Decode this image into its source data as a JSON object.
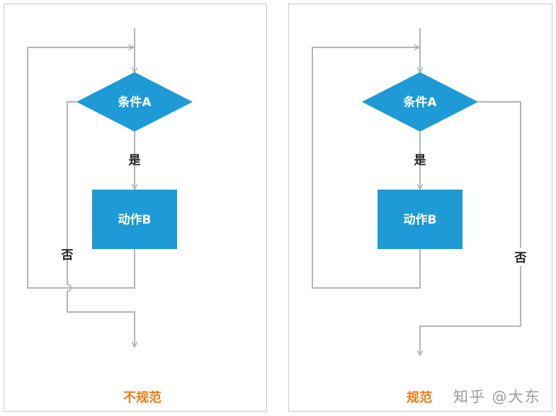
{
  "colors": {
    "node_fill": "#1e9ad6",
    "line": "#b4b4b4",
    "caption": "#f07a17"
  },
  "left": {
    "condition": "条件A",
    "action": "动作B",
    "yes_label": "是",
    "no_label": "否",
    "caption": "不规范"
  },
  "right": {
    "condition": "条件A",
    "action": "动作B",
    "yes_label": "是",
    "no_label": "否",
    "caption": "规范"
  },
  "watermark": "知乎 @大东"
}
